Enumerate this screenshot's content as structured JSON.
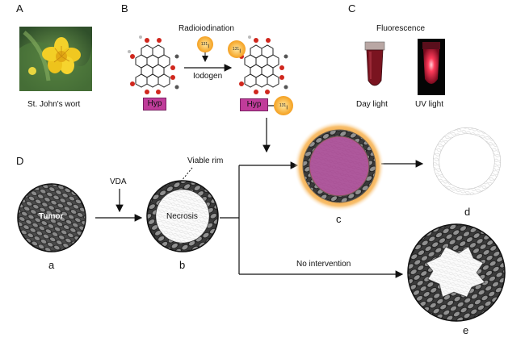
{
  "panels": {
    "A": "A",
    "B": "B",
    "C": "C",
    "D": "D"
  },
  "panelA": {
    "caption": "St. John's wort"
  },
  "panelB": {
    "title": "Radioiodination",
    "reagent": "Iodogen",
    "hyp_label": "Hyp",
    "iodine_mass": "131",
    "iodine_symbol": "I"
  },
  "panelC": {
    "title": "Fluorescence",
    "day_caption": "Day light",
    "uv_caption": "UV light"
  },
  "panelD": {
    "vda_label": "VDA",
    "viable_rim_label": "Viable rim",
    "tumor_label": "Tumor",
    "necrosis_label": "Necrosis",
    "no_intervention_label": "No intervention",
    "stage_a": "a",
    "stage_b": "b",
    "stage_c": "c",
    "stage_d": "d",
    "stage_e": "e"
  },
  "colors": {
    "hyp_magenta": "#c03c9a",
    "iodine_orange": "#f39c1e",
    "tumor_gray": "#555555",
    "uv_pink": "#ff3355",
    "purple_core": "#9c3a88"
  }
}
